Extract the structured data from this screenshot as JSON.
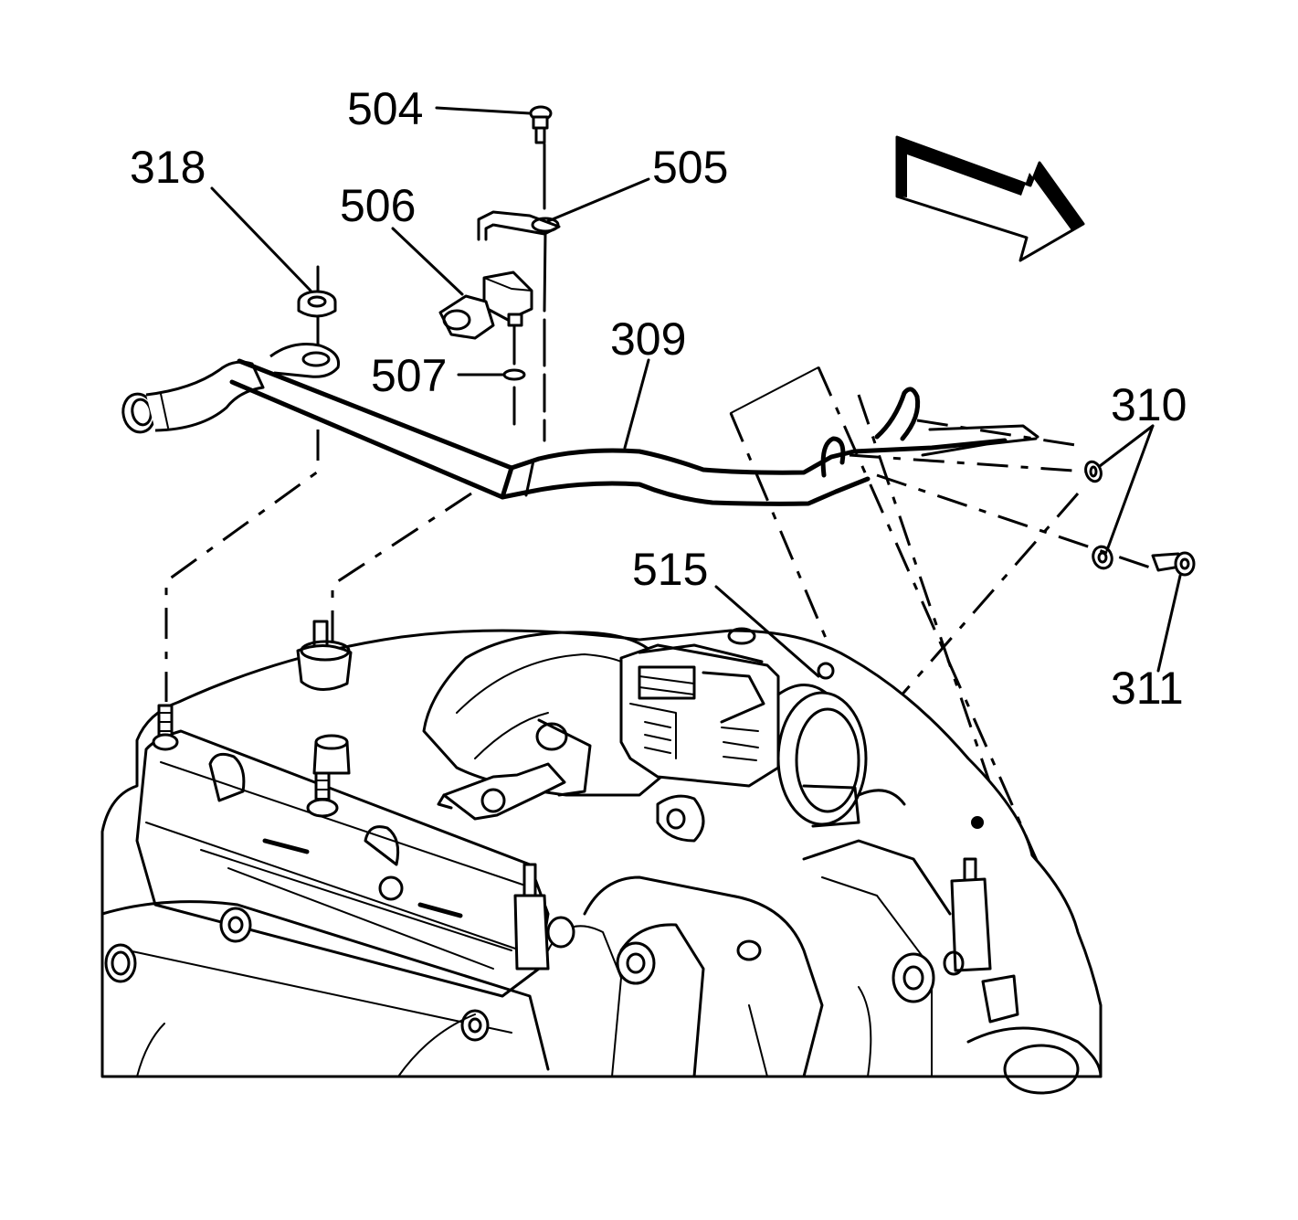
{
  "callouts": [
    {
      "id": "c504",
      "text": "504"
    },
    {
      "id": "c318",
      "text": "318"
    },
    {
      "id": "c506",
      "text": "506"
    },
    {
      "id": "c505",
      "text": "505"
    },
    {
      "id": "c309",
      "text": "309"
    },
    {
      "id": "c507",
      "text": "507"
    },
    {
      "id": "c310",
      "text": "310"
    },
    {
      "id": "c515",
      "text": "515"
    },
    {
      "id": "c311",
      "text": "311"
    }
  ],
  "colors": {
    "ink": "#000000",
    "paper": "#ffffff"
  },
  "icons": {
    "direction": "front-arrow-icon"
  }
}
